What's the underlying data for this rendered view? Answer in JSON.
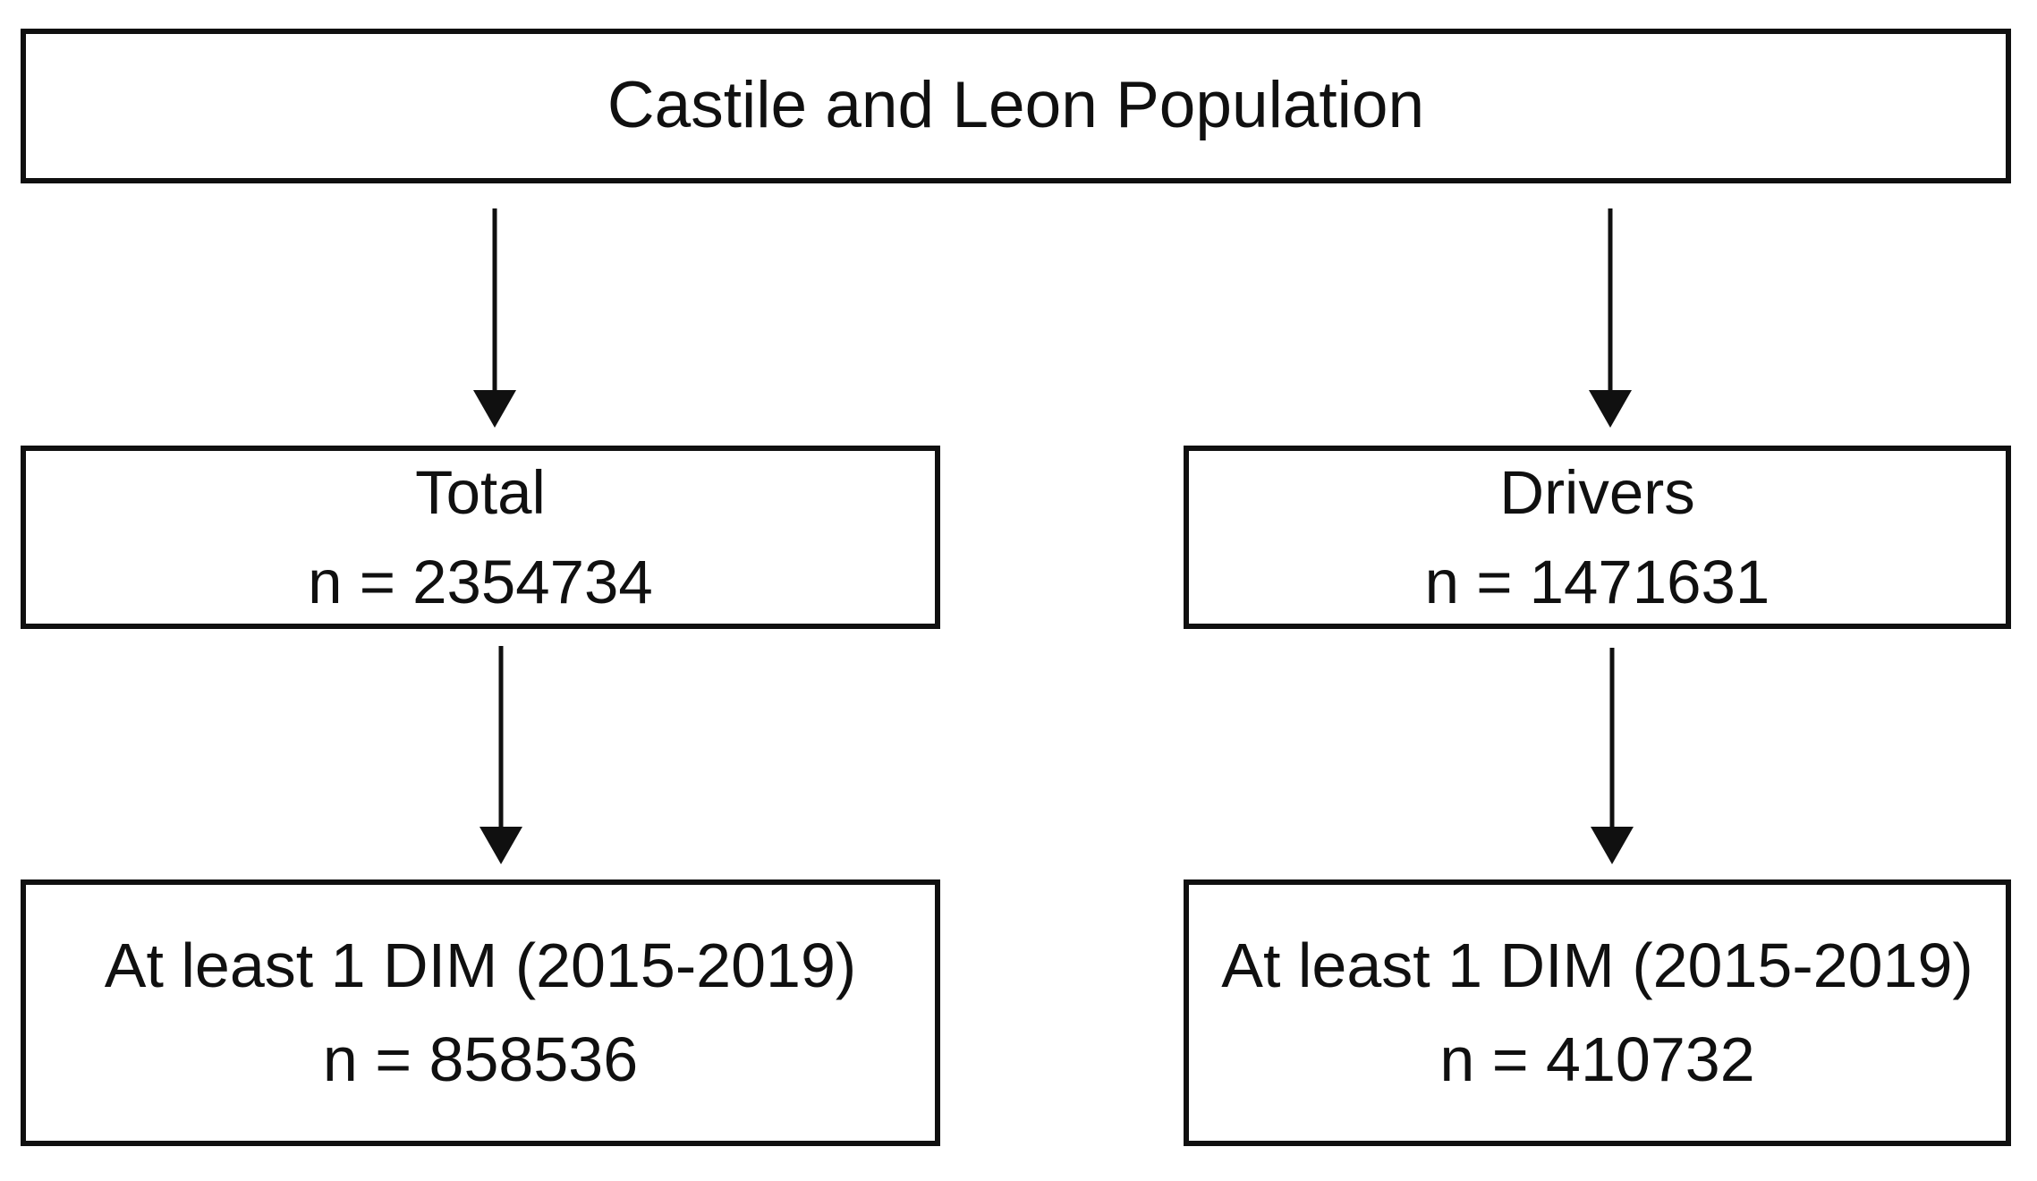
{
  "diagram": {
    "type": "flowchart",
    "colors": {
      "background": "#ffffff",
      "border": "#101010",
      "text": "#101010"
    },
    "nodes": {
      "population": {
        "title": "Castile and Leon Population"
      },
      "total": {
        "label": "Total",
        "count": "n = 2354734"
      },
      "drivers": {
        "label": "Drivers",
        "count": "n = 1471631"
      },
      "total_dim": {
        "label": "At least 1 DIM (2015-2019)",
        "count": "n = 858536"
      },
      "drivers_dim": {
        "label": "At least 1 DIM (2015-2019)",
        "count": "n = 410732"
      }
    },
    "edges": [
      {
        "from": "population",
        "to": "total"
      },
      {
        "from": "population",
        "to": "drivers"
      },
      {
        "from": "total",
        "to": "total_dim"
      },
      {
        "from": "drivers",
        "to": "drivers_dim"
      }
    ]
  }
}
